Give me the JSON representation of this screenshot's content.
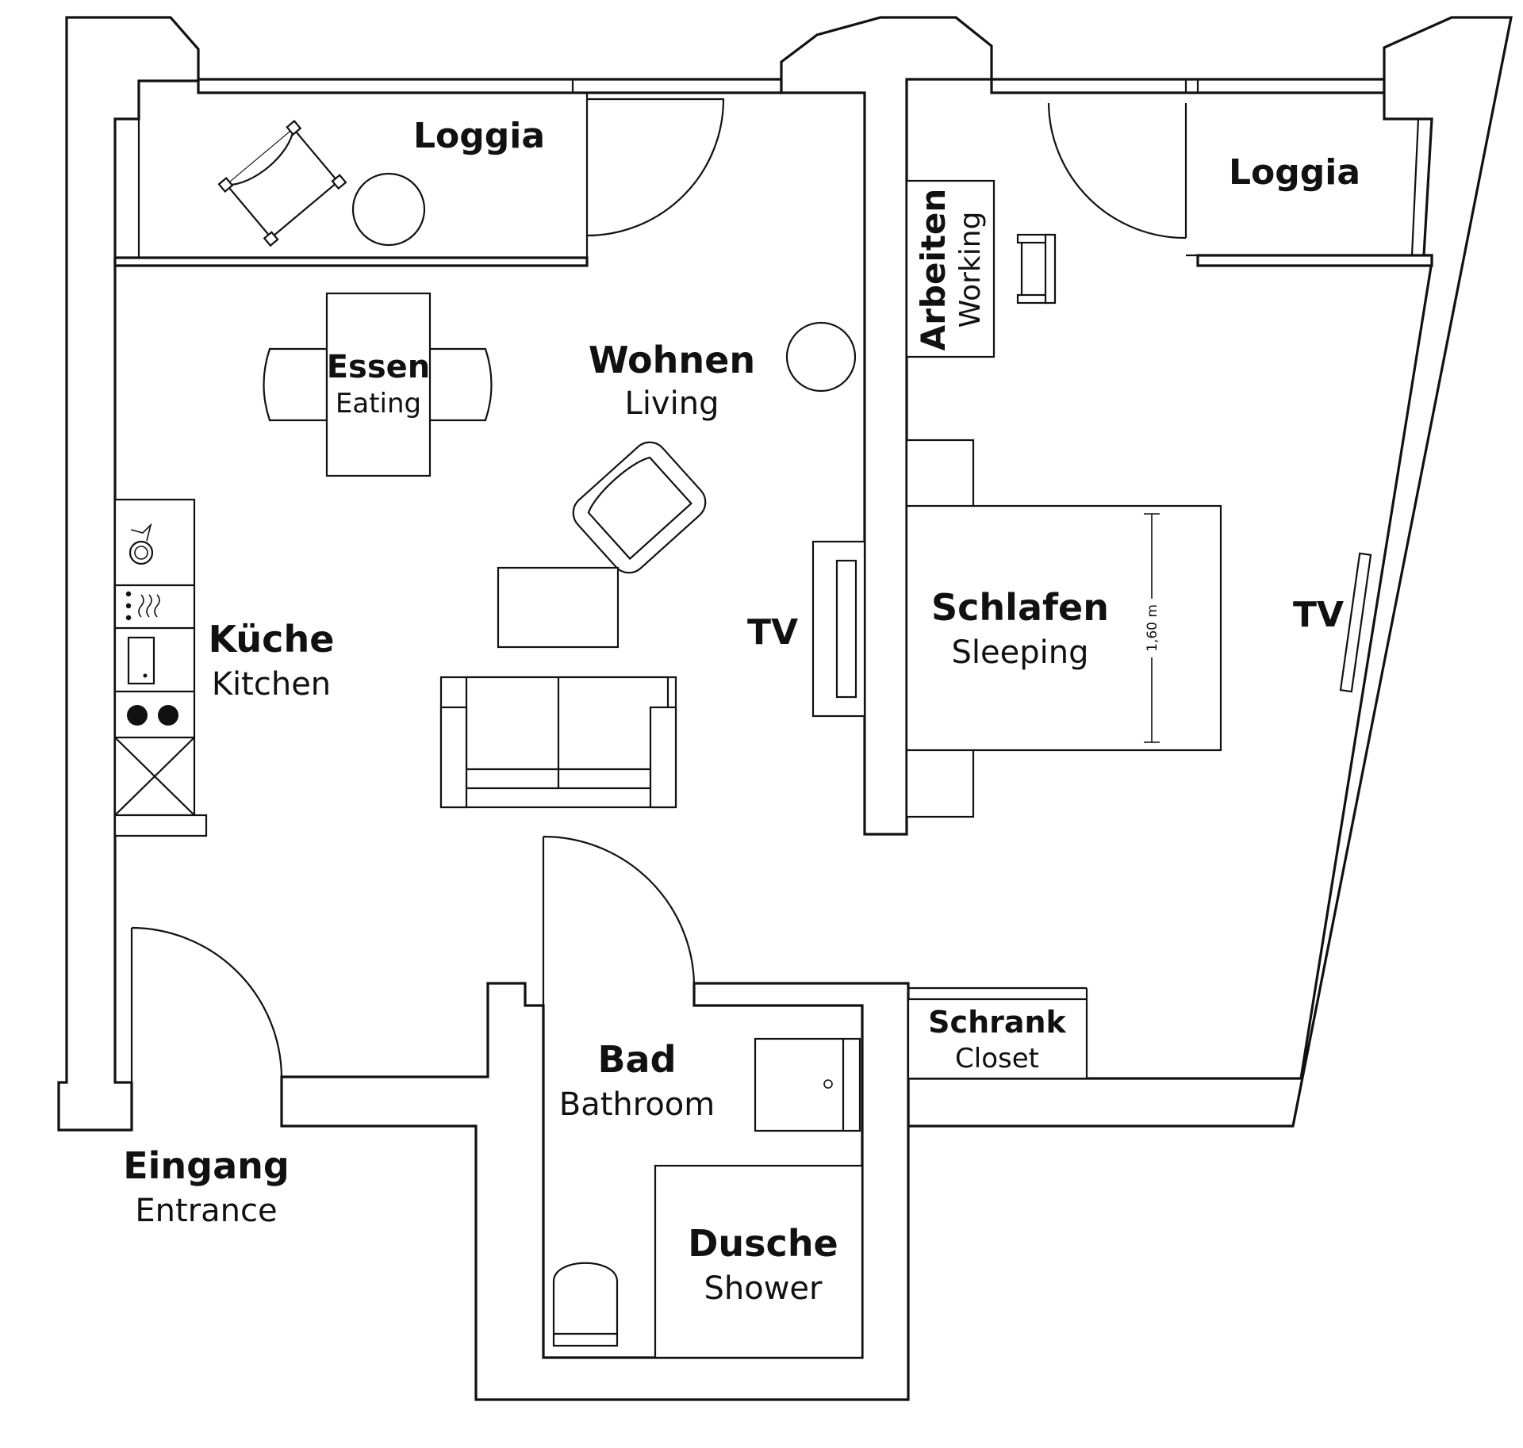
{
  "rooms": {
    "loggia_left": {
      "de": "Loggia"
    },
    "loggia_right": {
      "de": "Loggia"
    },
    "eating": {
      "de": "Essen",
      "en": "Eating"
    },
    "living": {
      "de": "Wohnen",
      "en": "Living"
    },
    "working": {
      "de": "Arbeiten",
      "en": "Working"
    },
    "kitchen": {
      "de": "Küche",
      "en": "Kitchen"
    },
    "sleeping": {
      "de": "Schlafen",
      "en": "Sleeping"
    },
    "tv_living": {
      "label": "TV"
    },
    "tv_bedroom": {
      "label": "TV"
    },
    "closet": {
      "de": "Schrank",
      "en": "Closet"
    },
    "bathroom": {
      "de": "Bad",
      "en": "Bathroom"
    },
    "shower": {
      "de": "Dusche",
      "en": "Shower"
    },
    "entrance": {
      "de": "Eingang",
      "en": "Entrance"
    }
  },
  "bed_width_label": "1,60 m"
}
